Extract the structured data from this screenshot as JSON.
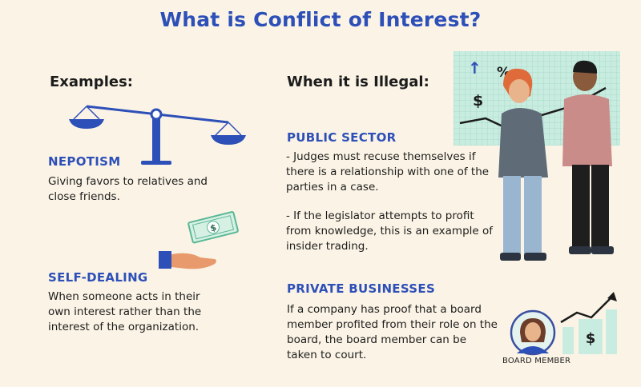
{
  "title": "What is Conflict of Interest?",
  "examples": {
    "heading": "Examples:",
    "nepotism": {
      "title": "NEPOTISM",
      "text": "Giving favors to relatives and close friends."
    },
    "self_dealing": {
      "title": "SELF-DEALING",
      "text": "When someone acts in their own interest rather than the interest of the organization."
    }
  },
  "illegal": {
    "heading": "When it is Illegal:",
    "public_sector": {
      "title": "PUBLIC SECTOR",
      "bullets": [
        "- Judges must recuse themselves if there is a relationship with one of the parties in a case.",
        "- If the legislator attempts to profit from knowledge, this is an example of insider trading."
      ]
    },
    "private_businesses": {
      "title": "PRIVATE BUSINESSES",
      "text": "If a company has proof that a board member profited from their role on the board, the board member can be taken to court."
    }
  },
  "chart_board": {
    "up_arrow_glyph": "↑",
    "percent_glyph": "%",
    "dollar_glyph": "$"
  },
  "money_glyph": "$",
  "growth_dollar_glyph": "$",
  "board_member_label": "BOARD MEMBER",
  "colors": {
    "title_blue": "#2d4fb8",
    "accent_blue": "#2d4fb8",
    "board_green": "#c9ece0",
    "background": "#fbf4e6"
  }
}
